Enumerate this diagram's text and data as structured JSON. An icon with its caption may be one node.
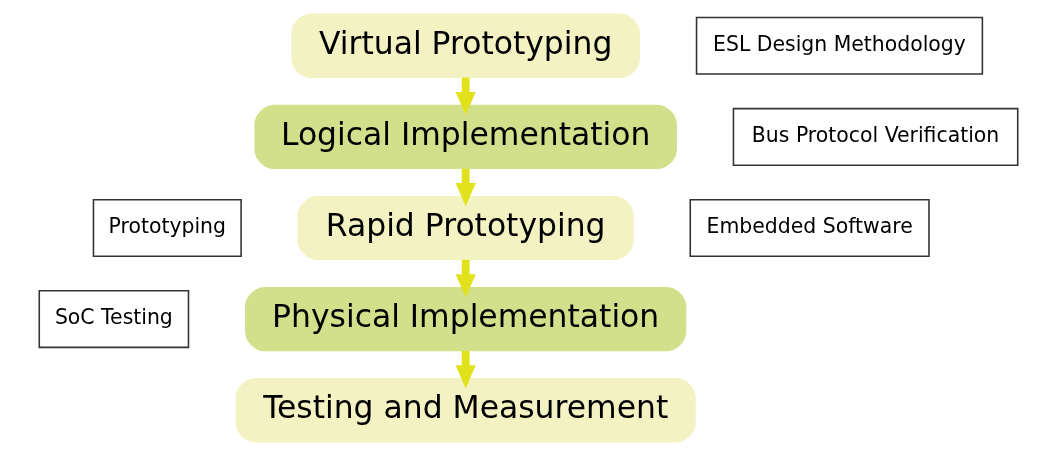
{
  "diagram": {
    "nodes": [
      {
        "text": [
          "Virtual Prototyping"
        ]
      },
      {
        "text": [
          "ESL Design Methodology"
        ]
      },
      {
        "text": [
          "Logical Implementation"
        ]
      },
      {
        "text": [
          "Bus Protocol Verification"
        ]
      },
      {
        "text": [
          "Prototyping"
        ]
      },
      {
        "text": [
          "Rapid Prototyping"
        ]
      },
      {
        "text": [
          "Embedded Software"
        ]
      },
      {
        "text": [
          "SoC Testing"
        ]
      },
      {
        "text": [
          "Physical Implementation"
        ]
      },
      {
        "text": [
          "Testing and Measurement"
        ]
      }
    ],
    "edges": [
      {
        "from": 0,
        "to": 2,
        "arrow": "to"
      },
      {
        "from": 2,
        "to": 5,
        "arrow": "to"
      },
      {
        "from": 5,
        "to": 8,
        "arrow": "to"
      },
      {
        "from": 8,
        "to": 9,
        "arrow": "to"
      }
    ]
  }
}
